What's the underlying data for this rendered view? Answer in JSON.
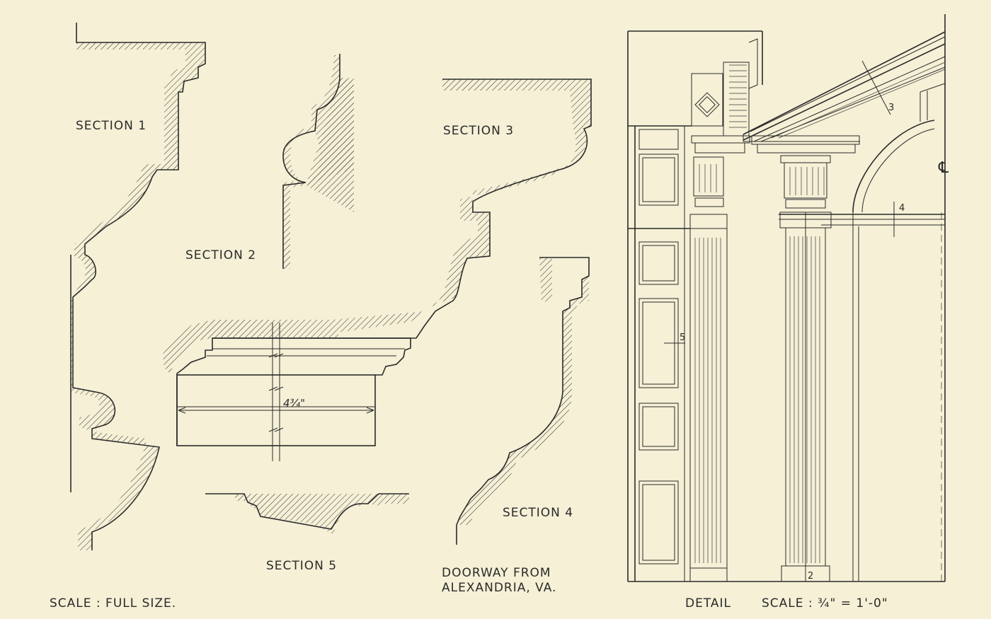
{
  "labels": {
    "section1": "SECTION 1",
    "section2": "SECTION 2",
    "section3": "SECTION 3",
    "section4": "SECTION 4",
    "section5": "SECTION 5",
    "dimension": "4¾\"",
    "scale_full": "SCALE : FULL SIZE.",
    "caption_line1": "DOORWAY FROM",
    "caption_line2": "ALEXANDRIA, VA.",
    "detail": "DETAIL",
    "detail_scale": "SCALE : ¾\" = 1'-0\"",
    "centerline": "℄",
    "callout_2": "2",
    "callout_3": "3",
    "callout_4": "4",
    "callout_5": "5"
  },
  "colors": {
    "paper": "#f5f0d6",
    "ink": "#2a2a2a"
  }
}
